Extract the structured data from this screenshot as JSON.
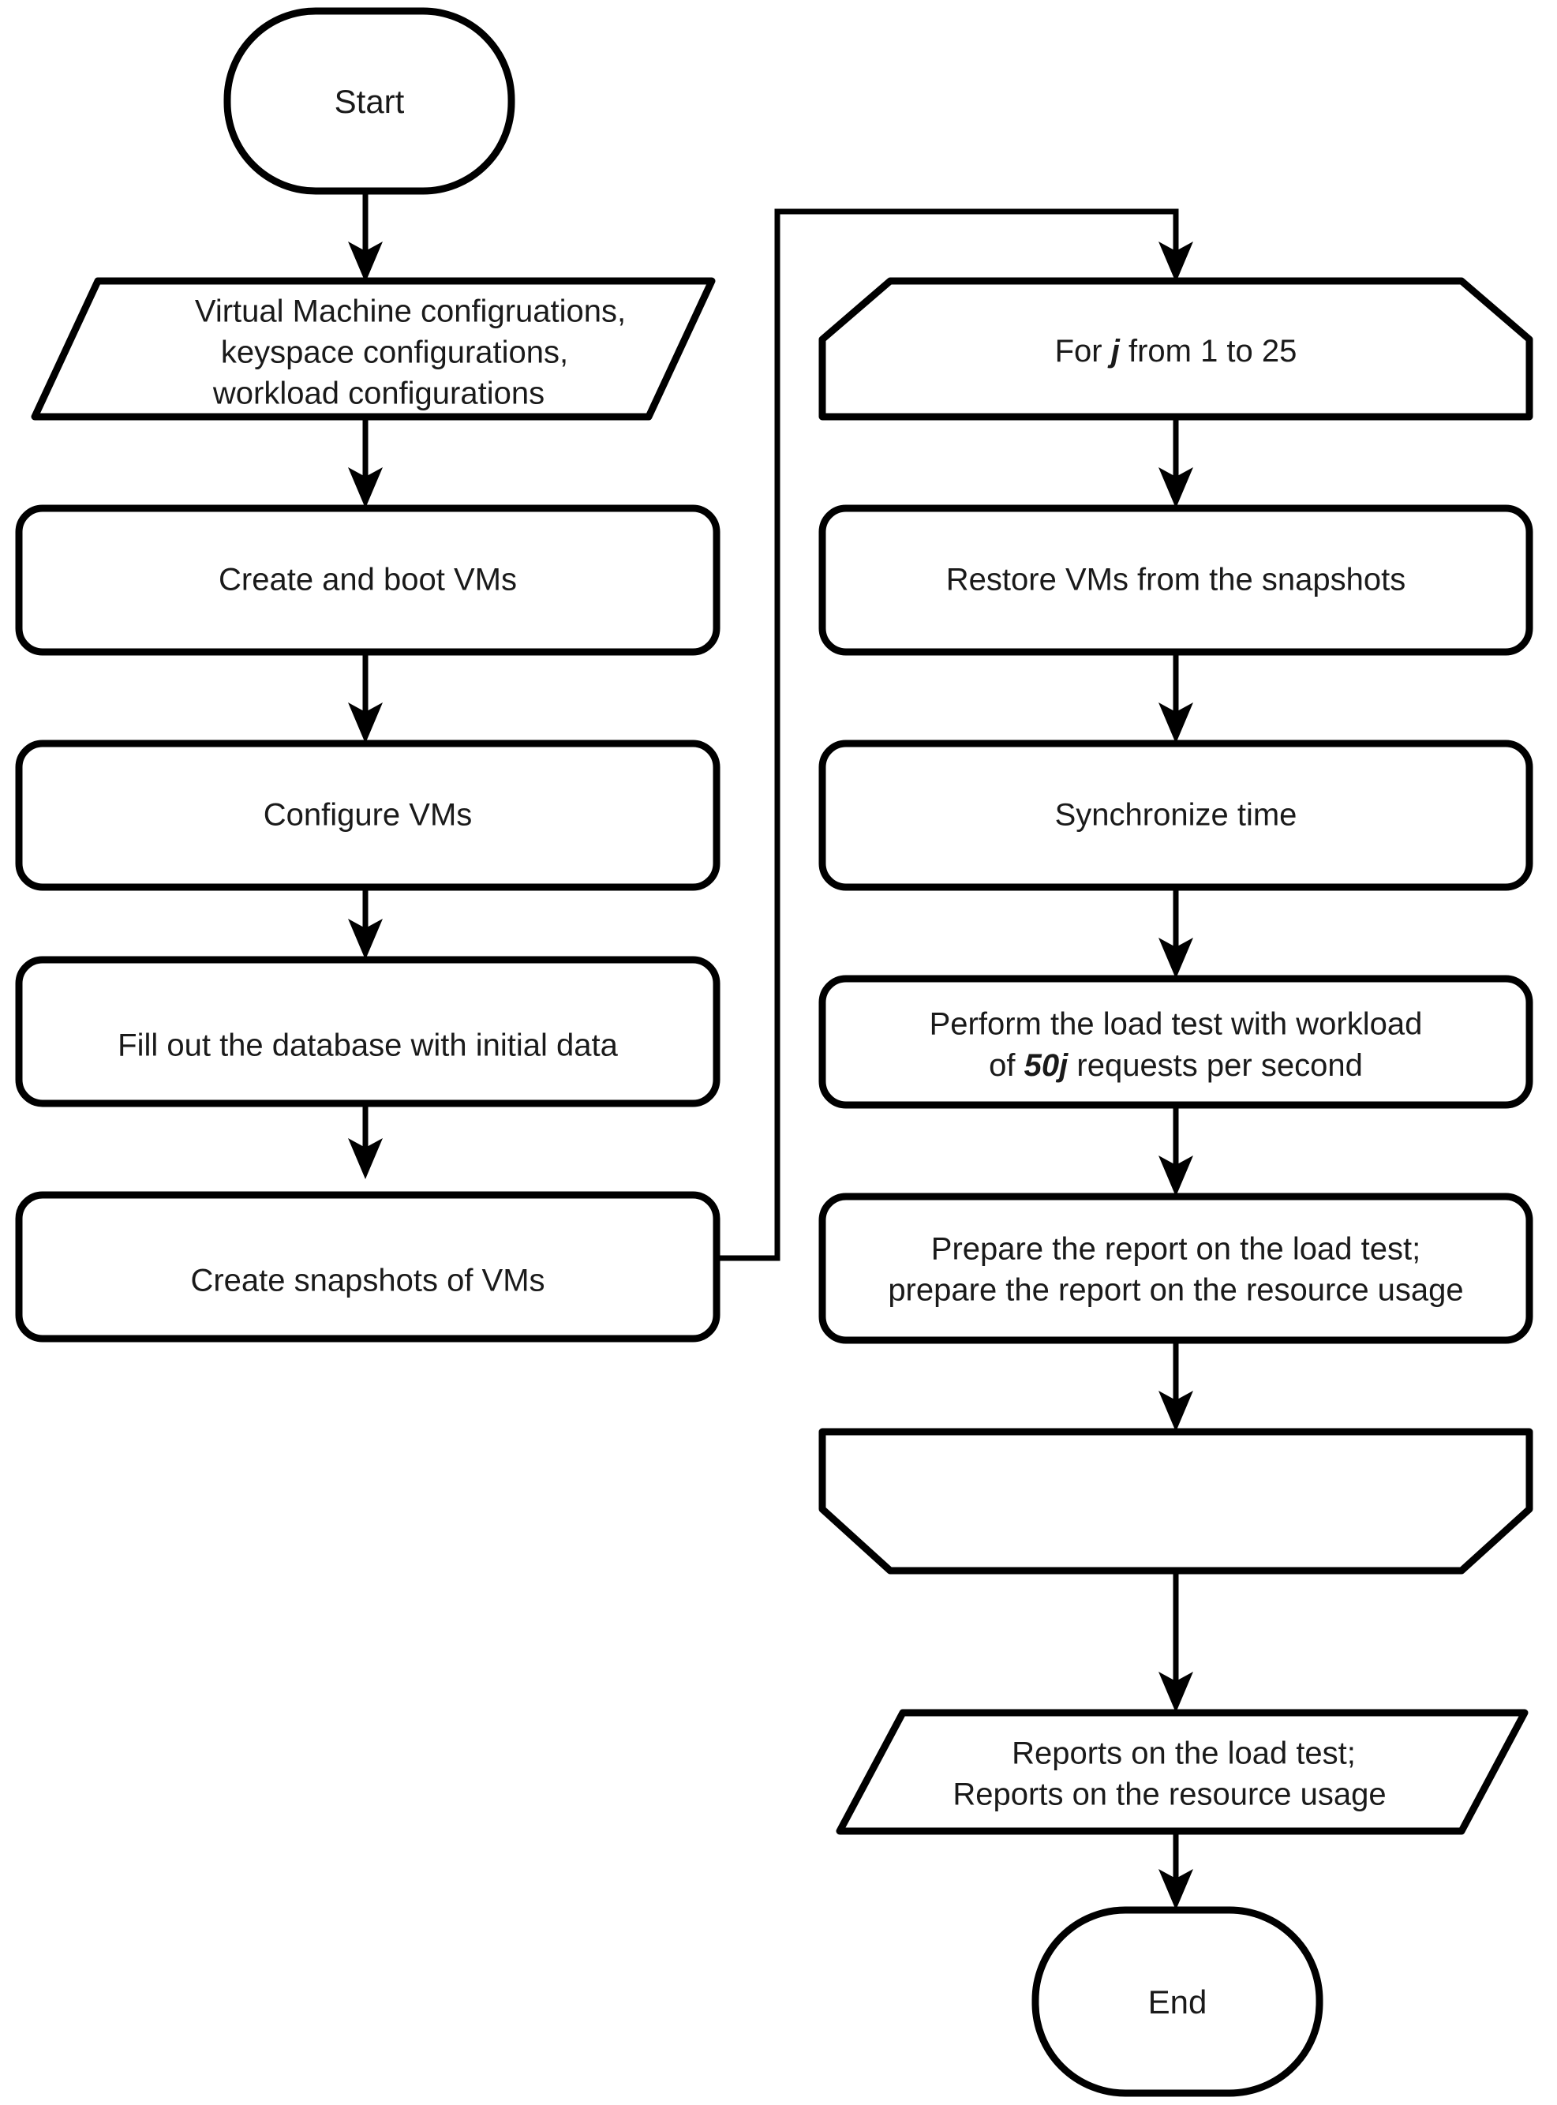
{
  "diagram": {
    "title": "Load testing experiment flowchart",
    "background_color": "#ffffff",
    "stroke_color": "#000000",
    "text_color": "#1a1a1a"
  },
  "nodes": {
    "start": {
      "label": "Start",
      "shape": "terminator"
    },
    "input_configs": {
      "shape": "parallelogram-input",
      "line1": "Virtual Machine configruations,",
      "line2": "keyspace configurations,",
      "line3": "workload configurations"
    },
    "create_boot_vms": {
      "label": "Create and boot VMs",
      "shape": "process"
    },
    "configure_vms": {
      "label": "Configure VMs",
      "shape": "process"
    },
    "fill_database": {
      "label": "Fill out the database with initial data",
      "shape": "process"
    },
    "create_snapshots": {
      "label": "Create snapshots of VMs",
      "shape": "process"
    },
    "loop_start": {
      "shape": "loop-header-hexagon",
      "prefix": "For ",
      "variable": "j",
      "suffix": " from 1 to 25",
      "full_text": "For j from 1 to 25"
    },
    "restore_vms": {
      "label": "Restore VMs from the snapshots",
      "shape": "process"
    },
    "synchronize_time": {
      "label": "Synchronize time",
      "shape": "process"
    },
    "perform_load_test": {
      "shape": "process",
      "line1": "Perform the load test with workload",
      "line2_prefix": "of ",
      "line2_variable": "50j",
      "line2_suffix": " requests per second",
      "full_text": "Perform the load test with workload of 50j requests per second"
    },
    "prepare_reports": {
      "shape": "process",
      "line1": "Prepare the report on the load test;",
      "line2": "prepare the report on the resource usage"
    },
    "loop_end": {
      "shape": "loop-footer-hexagon",
      "label": ""
    },
    "output_reports": {
      "shape": "parallelogram-output",
      "line1": "Reports on the load test;",
      "line2": "Reports on the resource usage"
    },
    "end": {
      "label": "End",
      "shape": "terminator"
    }
  },
  "edges": [
    {
      "name": "start-to-input",
      "from": "start",
      "to": "input_configs",
      "kind": "arrow-down"
    },
    {
      "name": "input-to-create-boot",
      "from": "input_configs",
      "to": "create_boot_vms",
      "kind": "arrow-down"
    },
    {
      "name": "create-boot-to-configure",
      "from": "create_boot_vms",
      "to": "configure_vms",
      "kind": "arrow-down"
    },
    {
      "name": "configure-to-fill",
      "from": "configure_vms",
      "to": "fill_database",
      "kind": "arrow-down"
    },
    {
      "name": "fill-to-snapshots",
      "from": "fill_database",
      "to": "create_snapshots",
      "kind": "arrow-down"
    },
    {
      "name": "snapshots-to-loop-start",
      "from": "create_snapshots",
      "to": "loop_start",
      "kind": "elbow-right-up-right-down"
    },
    {
      "name": "loop-start-to-restore",
      "from": "loop_start",
      "to": "restore_vms",
      "kind": "arrow-down"
    },
    {
      "name": "restore-to-sync",
      "from": "restore_vms",
      "to": "synchronize_time",
      "kind": "arrow-down"
    },
    {
      "name": "sync-to-load-test",
      "from": "synchronize_time",
      "to": "perform_load_test",
      "kind": "arrow-down"
    },
    {
      "name": "load-test-to-prepare",
      "from": "perform_load_test",
      "to": "prepare_reports",
      "kind": "arrow-down"
    },
    {
      "name": "prepare-to-loop-end",
      "from": "prepare_reports",
      "to": "loop_end",
      "kind": "arrow-down"
    },
    {
      "name": "loop-end-to-output",
      "from": "loop_end",
      "to": "output_reports",
      "kind": "arrow-down"
    },
    {
      "name": "output-to-end",
      "from": "output_reports",
      "to": "end",
      "kind": "arrow-down"
    }
  ]
}
